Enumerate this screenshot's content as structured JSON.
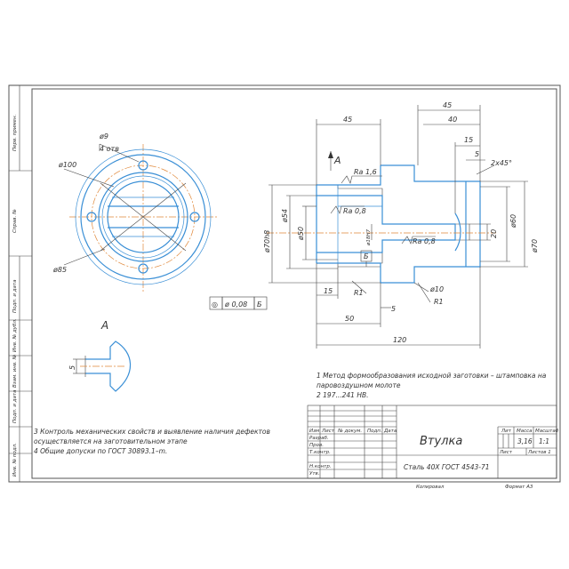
{
  "frame": {
    "side_labels": [
      "Перв. примен.",
      "Справ. №",
      "Подп. и дата",
      "Инв. № дубл.",
      "Взам. инв. №",
      "Подп. и дата",
      "Инв. № подл."
    ]
  },
  "title_block": {
    "part_name": "Втулка",
    "material": "Сталь 40Х  ГОСТ 4543-71",
    "headers": {
      "lit": "Лит",
      "mass": "Масса",
      "scale": "Масштаб",
      "mass_value": "3,16",
      "scale_value": "1:1",
      "sheet": "Лист",
      "sheets": "Листов 1",
      "copied": "Копировал",
      "format": "Формат   А3"
    },
    "rows": [
      "Изм",
      "Лист",
      "№ докум.",
      "Подп.",
      "Дата"
    ],
    "roles": [
      "Разраб.",
      "Пров.",
      "Т.контр.",
      "",
      "Н.контр.",
      "Утв."
    ]
  },
  "notes_right": [
    "1 Метод формообразования исходной заготовки – штамповка на",
    "паровоздушном молоте",
    "2  197...241 НВ."
  ],
  "notes_left": [
    "3  Контроль механических свойств и выявление наличия дефектов",
    "осуществляется на заготовительном этапе",
    "4  Общие допуски по ГОСТ 30893.1–m."
  ],
  "front_view": {
    "hole_dia": "ø9",
    "hole_count": "4 отв",
    "bolt_circle": "ø100",
    "outer_dia": "ø85"
  },
  "detail": {
    "label": "А",
    "dim": "5"
  },
  "section": {
    "view_marker": "А",
    "dims": {
      "d45_top": "45",
      "d45_top_right": "45",
      "d40": "40",
      "d15_top": "15",
      "d5_top": "5",
      "chamfer": "2х45°",
      "ra16": "Ra 1,6",
      "ra08_a": "Ra 0,8",
      "ra08_b": "Ra 0,8",
      "d_outer_left": "ø70h8",
      "d54": "ø54",
      "d50": "ø50",
      "d18": "ø18H7",
      "d20": "20",
      "d60": "ø60",
      "d70": "ø70",
      "datum": "Б",
      "d15_bottom": "15",
      "r1_a": "R1",
      "r1_b": "R1",
      "d5_bottom": "5",
      "d10": "ø10",
      "d50_bottom": "50",
      "d120": "120"
    },
    "tolerance": {
      "symbol": "◎",
      "value": "ø 0,08",
      "datum": "Б"
    }
  }
}
